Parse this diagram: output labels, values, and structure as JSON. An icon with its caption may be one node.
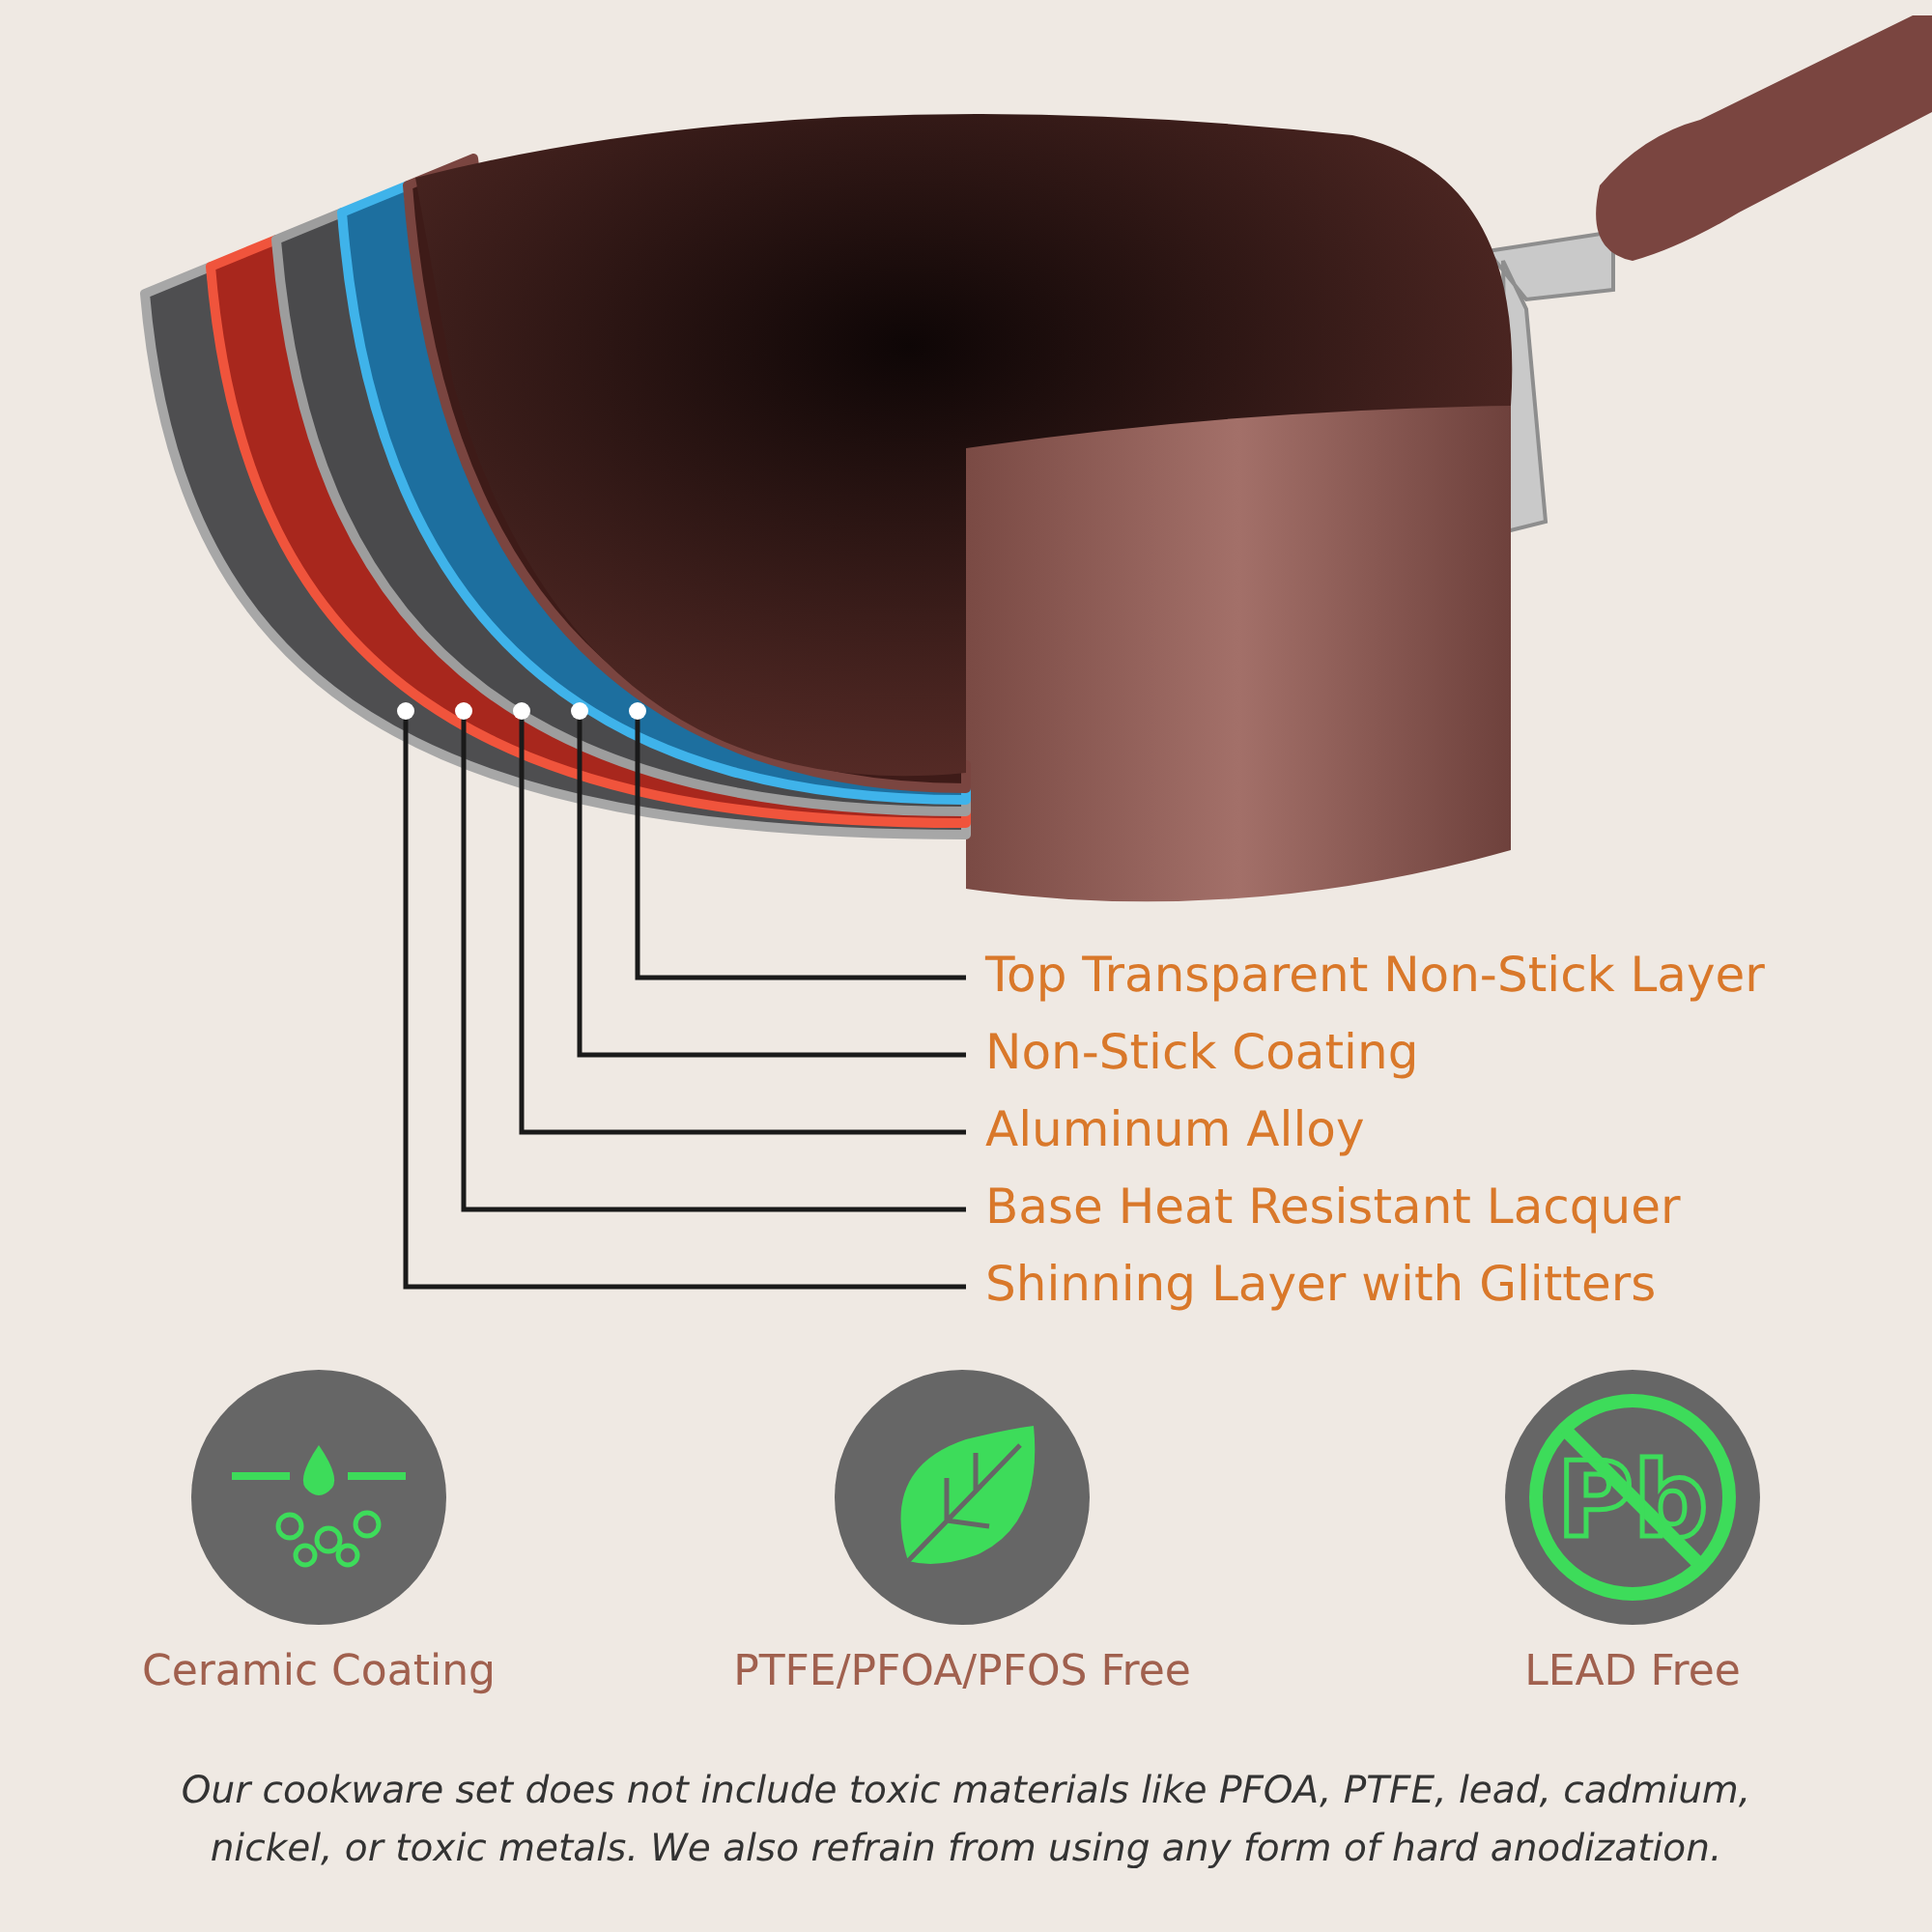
{
  "diagram": {
    "caption": "Our cookware set does not include toxic materials like PFOA, PTFE, lead, cadmium, nickel, or toxic metals. We also refrain from using any form of hard anodization.",
    "nodes": [
      {
        "text": [
          "Top Transparent Non-Stick Layer"
        ]
      },
      {
        "text": [
          "Non-Stick Coating"
        ]
      },
      {
        "text": [
          "Aluminum Alloy"
        ]
      },
      {
        "text": [
          "Base Heat Resistant Lacquer"
        ]
      },
      {
        "text": [
          "Shinning Layer with Glitters"
        ]
      },
      {
        "text": [],
        "shape": "picture"
      },
      {
        "text": [],
        "shape": "picture"
      },
      {
        "text": [],
        "shape": "picture"
      },
      {
        "text": [],
        "shape": "picture"
      },
      {
        "text": [],
        "shape": "picture"
      }
    ],
    "edges": [
      {
        "from": 0,
        "to": 9,
        "arrow": "other"
      },
      {
        "from": 1,
        "to": 8,
        "arrow": "other"
      },
      {
        "from": 2,
        "to": 7,
        "arrow": "other"
      },
      {
        "from": 3,
        "to": 6,
        "arrow": "other"
      },
      {
        "from": 4,
        "to": 5,
        "arrow": "other"
      }
    ],
    "labels": [
      "Pb",
      "Ceramic Coating",
      "PTFE/PFOA/PFOS Free",
      "LEAD Free"
    ]
  }
}
